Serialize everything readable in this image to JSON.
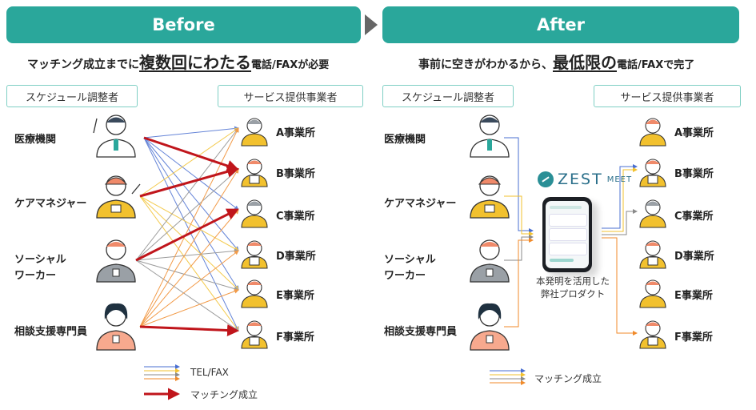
{
  "before": {
    "title": "Before",
    "subtitle_prefix": "マッチング成立までに",
    "subtitle_emphasis": "複数回にわたる",
    "subtitle_suffix": "電話/FAXが必要"
  },
  "after": {
    "title": "After",
    "subtitle_prefix": "事前に空きがわかるから、",
    "subtitle_emphasis": "最低限の",
    "subtitle_suffix": "電話/FAXで完了"
  },
  "headers": {
    "coordinator": "スケジュール調整者",
    "provider": "サービス提供事業者"
  },
  "coordinators": [
    "医療機関",
    "ケアマネジャー",
    "ソーシャル\nワーカー",
    "相談支援専門員"
  ],
  "offices": [
    "A事業所",
    "B事業所",
    "C事業所",
    "D事業所",
    "E事業所",
    "F事業所"
  ],
  "legend": {
    "telfax": "TEL/FAX",
    "match": "マッチング成立",
    "after_match": "マッチング成立"
  },
  "product": {
    "logo_main": "ZEST",
    "logo_sub": "MEET",
    "caption": "本発明を活用した\n弊社プロダクト"
  },
  "colors": {
    "banner": "#2aa79b",
    "header_border": "#7fcfc4",
    "blue": "#4a6fd1",
    "yellow": "#f2c12e",
    "orange": "#f08a2a",
    "gray": "#8a8a8a",
    "red": "#c0151b"
  }
}
